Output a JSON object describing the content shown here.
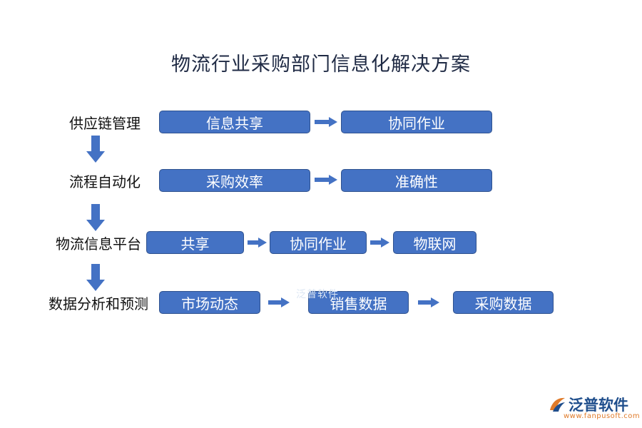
{
  "title": "物流行业采购部门信息化解决方案",
  "rows": [
    {
      "label": "供应链管理",
      "boxes": [
        "信息共享",
        "协同作业"
      ]
    },
    {
      "label": "流程自动化",
      "boxes": [
        "采购效率",
        "准确性"
      ]
    },
    {
      "label": "物流信息平台",
      "boxes": [
        "共享",
        "协同作业",
        "物联网"
      ]
    },
    {
      "label": "数据分析和预测",
      "boxes": [
        "市场动态",
        "销售数据",
        "采购数据"
      ]
    }
  ],
  "watermark": "泛普软件",
  "logo": {
    "name": "泛普软件",
    "url": "www.fanpusoft.com"
  },
  "colors": {
    "box_fill": "#4472c4",
    "box_border": "#2f528f",
    "logo": "#1f4e8c",
    "url": "#e07b2a"
  }
}
